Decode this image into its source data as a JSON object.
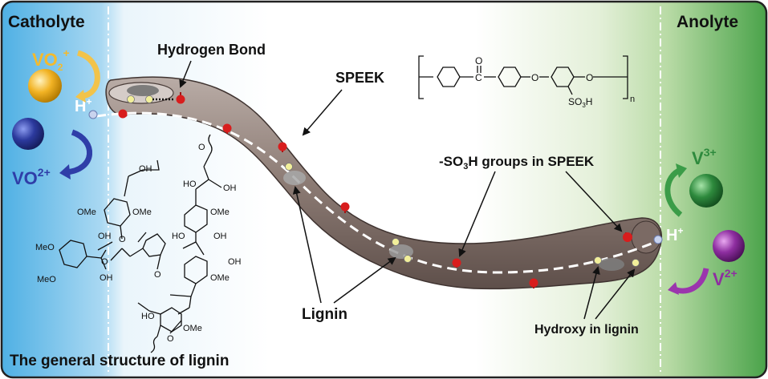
{
  "regions": {
    "catholyte": "Catholyte",
    "anolyte": "Anolyte"
  },
  "ions": {
    "vo2_base": "VO",
    "vo2_sub": "2",
    "vo2_sup": "+",
    "vo_base": "VO",
    "vo_sup": "2+",
    "v3_base": "V",
    "v3_sup": "3+",
    "v2_base": "V",
    "v2_sup": "2+",
    "proton_base": "H",
    "proton_sup": "+"
  },
  "labels": {
    "hydrogen_bond": "Hydrogen Bond",
    "speek": "SPEEK",
    "so3h_prefix": "-SO",
    "so3h_sub": "3",
    "so3h_suffix": "H groups in SPEEK",
    "lignin": "Lignin",
    "hydroxy": "Hydroxy in lignin",
    "lignin_structure_caption": "The general structure of lignin"
  },
  "speek_formula": {
    "carbonyl_o": "O",
    "carbonyl_c": "C",
    "ether_o1": "O",
    "ether_o2": "O",
    "sulfonic": "SO",
    "sulfonic_sub": "3",
    "sulfonic_h": "H",
    "repeat": "n"
  },
  "lignin_formula": {
    "oh_top": "OH",
    "o_top": "O",
    "ho_1": "HO",
    "oh_1": "OH",
    "ome_1": "OMe",
    "ome_2": "OMe",
    "ome_3": "OMe",
    "oh_2": "OH",
    "ho_2": "HO",
    "oh_3": "OH",
    "o_link1": "O",
    "meo_1": "MeO",
    "o_ring": "O",
    "meo_2": "MeO",
    "oh_4": "OH",
    "ome_4": "OMe",
    "o_link2": "O",
    "ho_3": "HO",
    "o_furan": "O",
    "ome_5": "OMe",
    "oh_5": "OH"
  },
  "colors": {
    "catholyte_blue": "#5cb6e6",
    "anolyte_green": "#4fa650",
    "membrane_brown": "#8f7e77",
    "vo2_ball": "#f2b324",
    "vo_ball": "#2c3a9e",
    "v3_ball": "#2e8a3d",
    "v2_ball": "#8e2ea0",
    "sulfonic_red": "#d81d1d",
    "hydroxy_yellow": "#f2ef9a"
  }
}
